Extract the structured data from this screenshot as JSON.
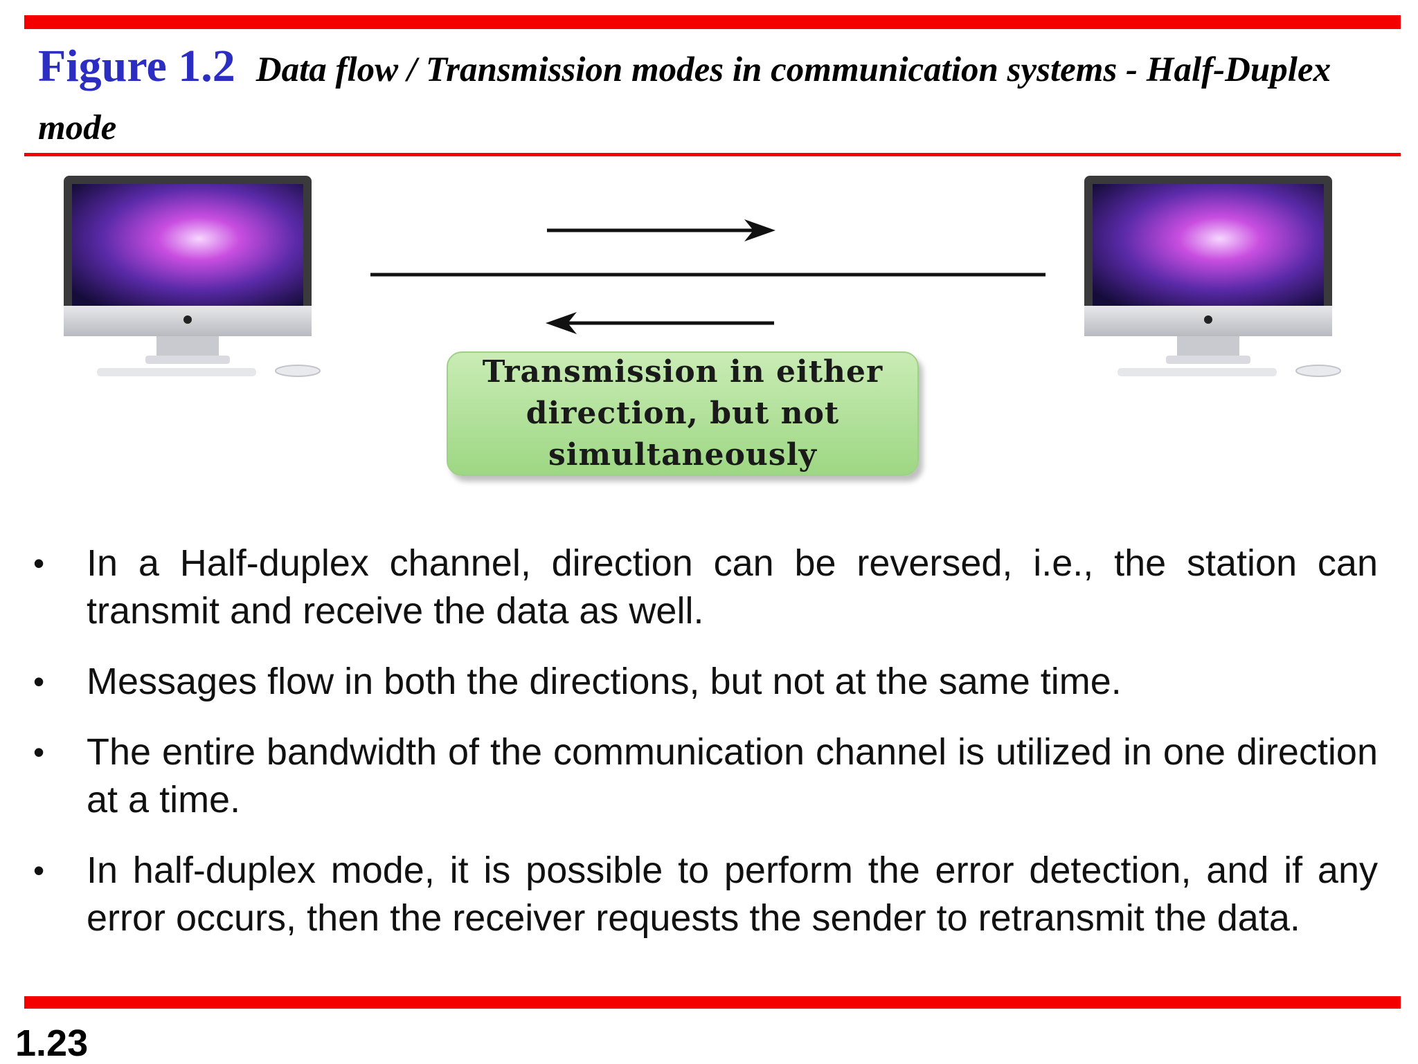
{
  "header": {
    "figure_label": "Figure 1.2",
    "caption": "Data flow / Transmission modes in communication systems - Half-Duplex mode"
  },
  "diagram": {
    "note": "Transmission in either direction, but not simultaneously",
    "left_device_icon": "desktop-computer-icon",
    "right_device_icon": "desktop-computer-icon"
  },
  "bullets": [
    "In a Half-duplex channel, direction can be reversed, i.e., the station can transmit and receive the data as well.",
    "Messages flow in both the directions, but not at the same time.",
    "The entire bandwidth of the communication channel is utilized in one direction at a time.",
    "In half-duplex mode, it is possible to perform the error detection, and if any error occurs, then the receiver requests the sender to retransmit the data."
  ],
  "footer": {
    "page_number": "1.23"
  },
  "colors": {
    "rule": "#f40000",
    "figure_label": "#2b2ec0",
    "note_box": "#a8dc90"
  }
}
